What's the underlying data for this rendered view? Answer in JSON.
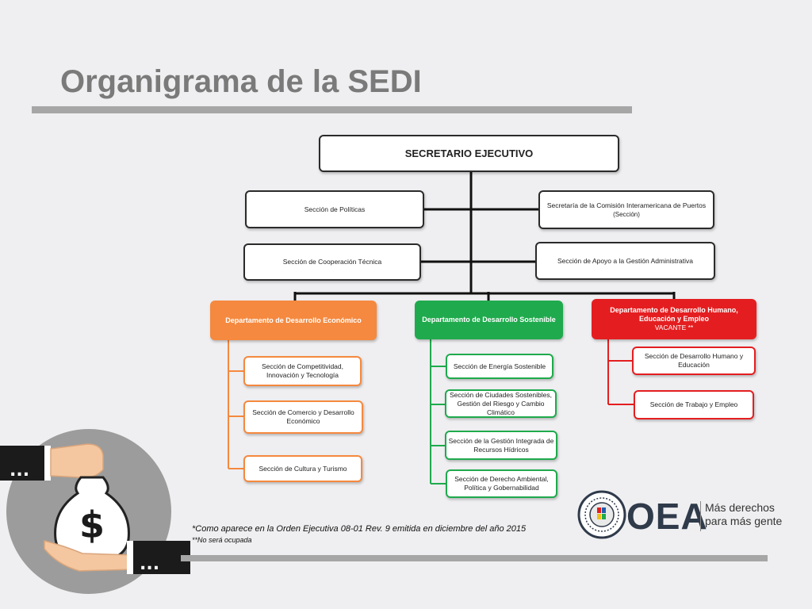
{
  "title": "Organigrama de la SEDI",
  "top": "SECRETARIO EJECUTIVO",
  "staff_left": [
    "Sección de Políticas",
    "Sección de Cooperación Técnica"
  ],
  "staff_right": [
    {
      "label": "Secretaría de la Comisión Interamericana de Puertos",
      "sub": "(Sección)"
    },
    {
      "label": "Sección de Apoyo a la Gestión Administrativa",
      "sub": ""
    }
  ],
  "departments": [
    {
      "label": "Departamento de Desarrollo Económico",
      "note": "",
      "color": "#f5893f",
      "sections": [
        "Sección de Competitividad, Innovación y Tecnología",
        "Sección de Comercio y Desarrollo Económico",
        "Sección de Cultura y Turismo"
      ]
    },
    {
      "label": "Departamento de Desarrollo Sostenible",
      "note": "",
      "color": "#1faa4d",
      "sections": [
        "Sección de Energía Sostenible",
        "Sección de Ciudades Sostenibles, Gestión del Riesgo y Cambio Climático",
        "Sección de la Gestión Integrada de Recursos Hídricos",
        "Sección de Derecho Ambiental, Política y Gobernabilidad"
      ]
    },
    {
      "label": "Departamento de Desarrollo Humano, Educación y Empleo",
      "note": "VACANTE **",
      "color": "#e41e20",
      "sections": [
        "Sección de Desarrollo Humano y Educación",
        "Sección de Trabajo y Empleo"
      ]
    }
  ],
  "notes": [
    "*Como aparece en la Orden Ejecutiva 08-01 Rev. 9 emitida en diciembre del año 2015",
    "**No será ocupada"
  ],
  "logo": {
    "name": "OEA",
    "tagline": [
      "Más derechos",
      "para más gente"
    ],
    "icon": "oas-seal-icon"
  },
  "illustration": {
    "icon": "money-bag-icon",
    "symbol": "$",
    "dots": "..."
  },
  "colors": {
    "economico": "#f5893f",
    "sostenible": "#1faa4d",
    "humano": "#e41e20",
    "rules": "#a6a6a6"
  }
}
